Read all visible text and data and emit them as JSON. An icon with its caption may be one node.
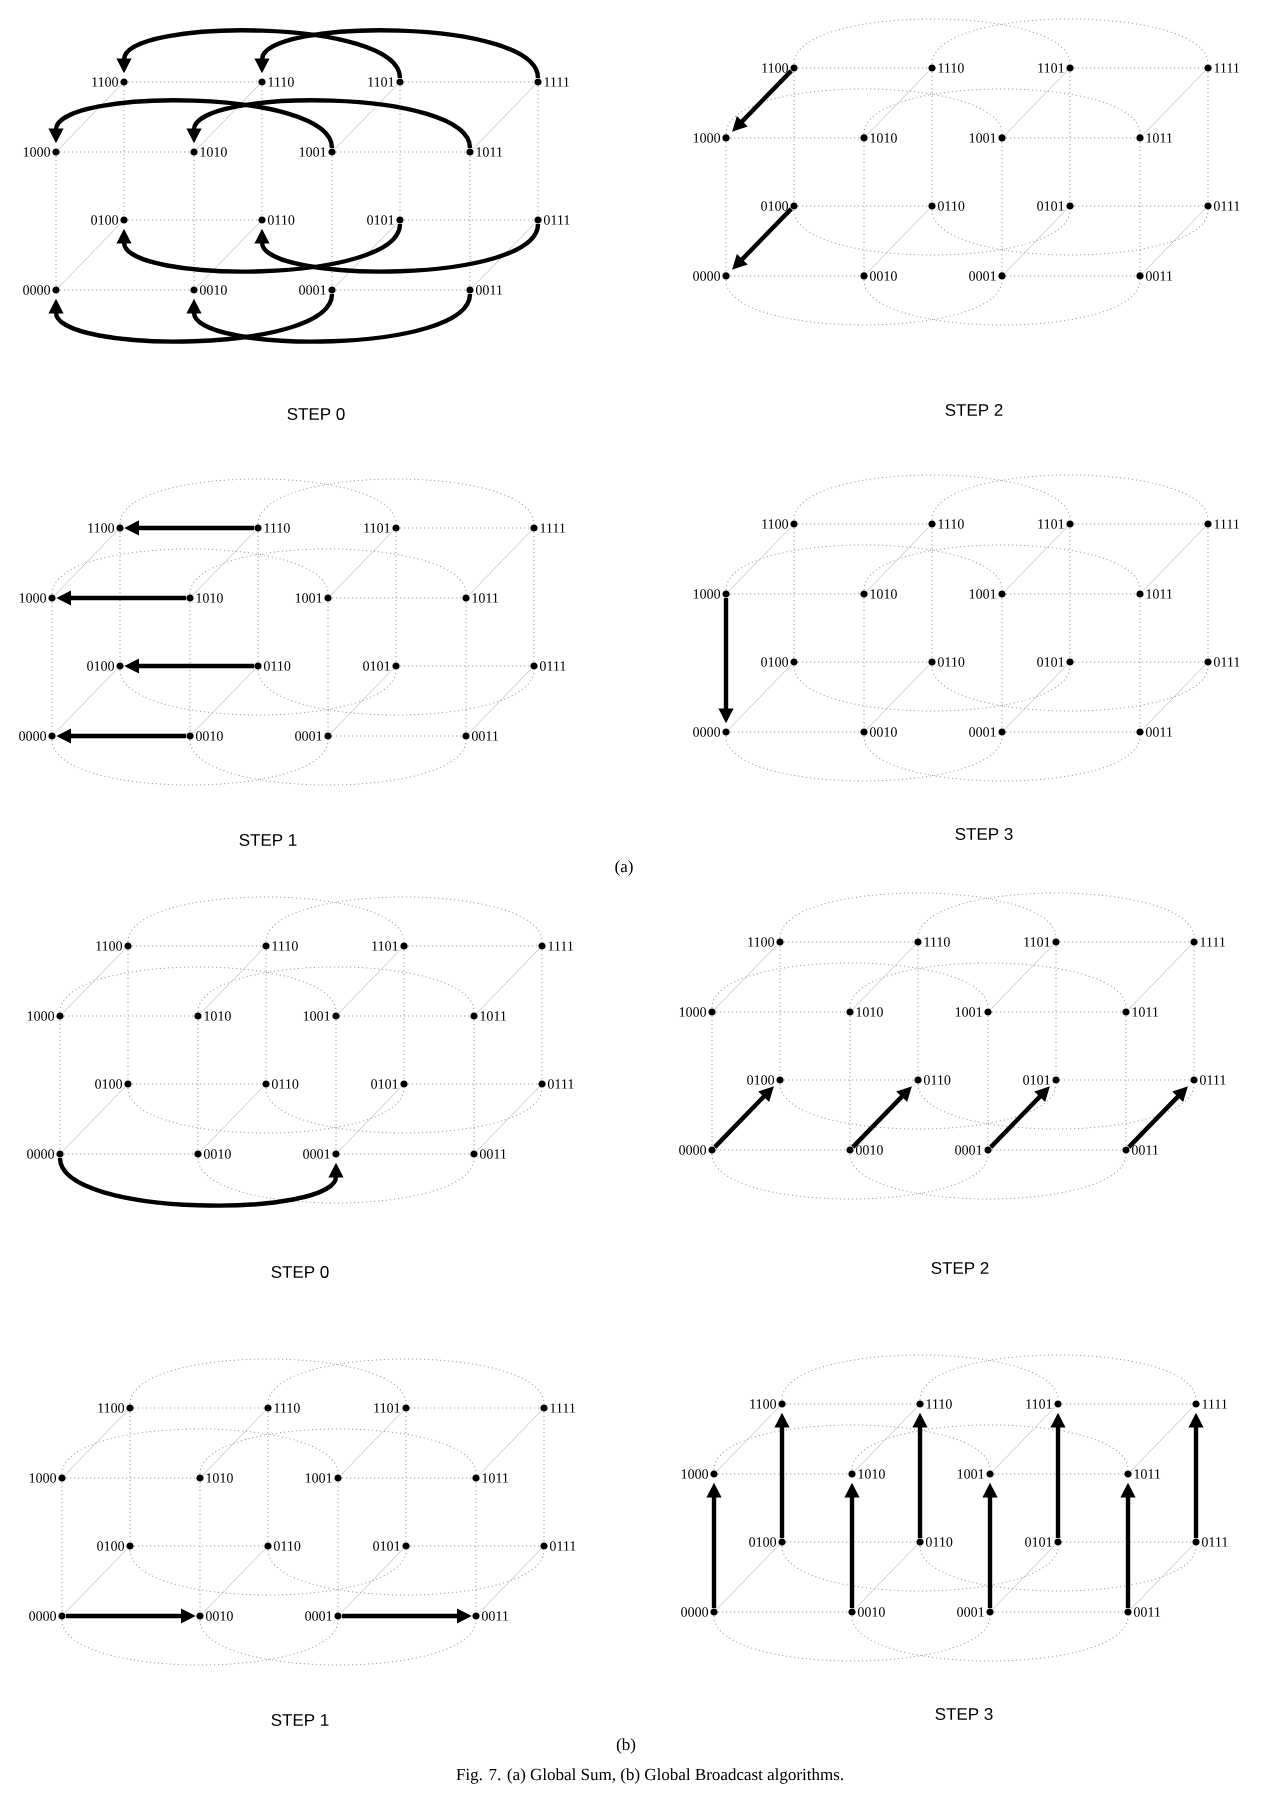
{
  "diagram": {
    "caption": "Fig. 7. (a) Global Sum, (b) Global Broadcast algorithms.",
    "nodes": [
      {
        "text": [
          "1100"
        ]
      },
      {
        "text": [
          "1110"
        ]
      },
      {
        "text": [
          "1101"
        ]
      },
      {
        "text": [
          "1111"
        ]
      },
      {
        "text": [
          "1000"
        ]
      },
      {
        "text": [
          "1010"
        ]
      },
      {
        "text": [
          "1001"
        ]
      },
      {
        "text": [
          "1011"
        ]
      },
      {
        "text": [
          "0100"
        ]
      },
      {
        "text": [
          "0110"
        ]
      },
      {
        "text": [
          "0101"
        ]
      },
      {
        "text": [
          "0111"
        ]
      },
      {
        "text": [
          "0000"
        ]
      },
      {
        "text": [
          "0010"
        ]
      },
      {
        "text": [
          "0001"
        ]
      },
      {
        "text": [
          "0011"
        ]
      },
      {
        "text": [
          "1100"
        ]
      },
      {
        "text": [
          "1110"
        ]
      },
      {
        "text": [
          "1101"
        ]
      },
      {
        "text": [
          "1111"
        ]
      },
      {
        "text": [
          "1000"
        ]
      },
      {
        "text": [
          "1010"
        ]
      },
      {
        "text": [
          "1001"
        ]
      },
      {
        "text": [
          "1011"
        ]
      },
      {
        "text": [
          "0100"
        ]
      },
      {
        "text": [
          "0110"
        ]
      },
      {
        "text": [
          "0101"
        ]
      },
      {
        "text": [
          "0111"
        ]
      },
      {
        "text": [
          "0000"
        ]
      },
      {
        "text": [
          "0010"
        ]
      },
      {
        "text": [
          "0001"
        ]
      },
      {
        "text": [
          "0011"
        ]
      },
      {
        "text": [
          "1100"
        ]
      },
      {
        "text": [
          "1110"
        ]
      },
      {
        "text": [
          "1101"
        ]
      },
      {
        "text": [
          "1111"
        ]
      },
      {
        "text": [
          "1000"
        ]
      },
      {
        "text": [
          "1010"
        ]
      },
      {
        "text": [
          "1001"
        ]
      },
      {
        "text": [
          "1011"
        ]
      },
      {
        "text": [
          "0100"
        ]
      },
      {
        "text": [
          "0110"
        ]
      },
      {
        "text": [
          "0101"
        ]
      },
      {
        "text": [
          "0111"
        ]
      },
      {
        "text": [
          "0000"
        ]
      },
      {
        "text": [
          "0010"
        ]
      },
      {
        "text": [
          "0001"
        ]
      },
      {
        "text": [
          "0011"
        ]
      },
      {
        "text": [
          "1100"
        ]
      },
      {
        "text": [
          "1110"
        ]
      },
      {
        "text": [
          "1101"
        ]
      },
      {
        "text": [
          "1111"
        ]
      },
      {
        "text": [
          "1000"
        ]
      },
      {
        "text": [
          "1010"
        ]
      },
      {
        "text": [
          "1001"
        ]
      },
      {
        "text": [
          "1011"
        ]
      },
      {
        "text": [
          "0100"
        ]
      },
      {
        "text": [
          "0110"
        ]
      },
      {
        "text": [
          "0101"
        ]
      },
      {
        "text": [
          "0111"
        ]
      },
      {
        "text": [
          "0000"
        ]
      },
      {
        "text": [
          "0010"
        ]
      },
      {
        "text": [
          "0001"
        ]
      },
      {
        "text": [
          "0011"
        ]
      },
      {
        "text": [
          "1100"
        ]
      },
      {
        "text": [
          "1110"
        ]
      },
      {
        "text": [
          "1101"
        ]
      },
      {
        "text": [
          "1111"
        ]
      },
      {
        "text": [
          "1000"
        ]
      },
      {
        "text": [
          "1010"
        ]
      },
      {
        "text": [
          "1001"
        ]
      },
      {
        "text": [
          "1011"
        ]
      },
      {
        "text": [
          "0100"
        ]
      },
      {
        "text": [
          "0110"
        ]
      },
      {
        "text": [
          "0101"
        ]
      },
      {
        "text": [
          "0111"
        ]
      },
      {
        "text": [
          "0000"
        ]
      },
      {
        "text": [
          "0010"
        ]
      },
      {
        "text": [
          "0001"
        ]
      },
      {
        "text": [
          "0011"
        ]
      },
      {
        "text": [
          "1100"
        ]
      },
      {
        "text": [
          "1110"
        ]
      },
      {
        "text": [
          "1101"
        ]
      },
      {
        "text": [
          "1111"
        ]
      },
      {
        "text": [
          "1000"
        ]
      },
      {
        "text": [
          "1010"
        ]
      },
      {
        "text": [
          "1001"
        ]
      },
      {
        "text": [
          "1011"
        ]
      },
      {
        "text": [
          "0100"
        ]
      },
      {
        "text": [
          "0110"
        ]
      },
      {
        "text": [
          "0101"
        ]
      },
      {
        "text": [
          "0111"
        ]
      },
      {
        "text": [
          "0000"
        ]
      },
      {
        "text": [
          "0010"
        ]
      },
      {
        "text": [
          "0001"
        ]
      },
      {
        "text": [
          "0011"
        ]
      },
      {
        "text": [
          "1100"
        ]
      },
      {
        "text": [
          "1110"
        ]
      },
      {
        "text": [
          "1101"
        ]
      },
      {
        "text": [
          "1111"
        ]
      },
      {
        "text": [
          "1000"
        ]
      },
      {
        "text": [
          "1010"
        ]
      },
      {
        "text": [
          "1001"
        ]
      },
      {
        "text": [
          "1011"
        ]
      },
      {
        "text": [
          "0100"
        ]
      },
      {
        "text": [
          "0110"
        ]
      },
      {
        "text": [
          "0101"
        ]
      },
      {
        "text": [
          "0111"
        ]
      },
      {
        "text": [
          "0000"
        ]
      },
      {
        "text": [
          "0010"
        ]
      },
      {
        "text": [
          "0001"
        ]
      },
      {
        "text": [
          "0011"
        ]
      },
      {
        "text": [
          "1100"
        ]
      },
      {
        "text": [
          "1110"
        ]
      },
      {
        "text": [
          "1101"
        ]
      },
      {
        "text": [
          "1111"
        ]
      },
      {
        "text": [
          "1000"
        ]
      },
      {
        "text": [
          "1010"
        ]
      },
      {
        "text": [
          "1001"
        ]
      },
      {
        "text": [
          "1011"
        ]
      },
      {
        "text": [
          "0100"
        ]
      },
      {
        "text": [
          "0110"
        ]
      },
      {
        "text": [
          "0101"
        ]
      },
      {
        "text": [
          "0111"
        ]
      },
      {
        "text": [
          "0000"
        ]
      },
      {
        "text": [
          "0010"
        ]
      },
      {
        "text": [
          "0001"
        ]
      },
      {
        "text": [
          "0011"
        ]
      }
    ],
    "edges": [
      {
        "from": 0,
        "to": 1,
        "arrow": "none",
        "style": "dashed"
      },
      {
        "from": 2,
        "to": 3,
        "arrow": "none",
        "style": "dashed"
      },
      {
        "from": 4,
        "to": 5,
        "arrow": "none",
        "style": "dashed"
      },
      {
        "from": 6,
        "to": 7,
        "arrow": "none",
        "style": "dashed"
      },
      {
        "from": 8,
        "to": 9,
        "arrow": "none",
        "style": "dashed"
      },
      {
        "from": 10,
        "to": 11,
        "arrow": "none",
        "style": "dashed"
      },
      {
        "from": 12,
        "to": 13,
        "arrow": "none",
        "style": "dashed"
      },
      {
        "from": 14,
        "to": 15,
        "arrow": "none",
        "style": "dashed"
      },
      {
        "from": 2,
        "to": 0,
        "arrow": "to",
        "style": "thick",
        "color": "#000000"
      },
      {
        "from": 3,
        "to": 1,
        "arrow": "to",
        "style": "thick",
        "color": "#000000"
      },
      {
        "from": 6,
        "to": 4,
        "arrow": "to",
        "style": "thick",
        "color": "#000000"
      },
      {
        "from": 7,
        "to": 5,
        "arrow": "to",
        "style": "thick",
        "color": "#000000"
      },
      {
        "from": 10,
        "to": 8,
        "arrow": "to",
        "style": "thick",
        "color": "#000000"
      },
      {
        "from": 11,
        "to": 9,
        "arrow": "to",
        "style": "thick",
        "color": "#000000"
      },
      {
        "from": 14,
        "to": 12,
        "arrow": "to",
        "style": "thick",
        "color": "#000000"
      },
      {
        "from": 15,
        "to": 13,
        "arrow": "to",
        "style": "thick",
        "color": "#000000"
      },
      {
        "from": 0,
        "to": 8,
        "arrow": "none",
        "style": "dashed"
      },
      {
        "from": 1,
        "to": 9,
        "arrow": "none",
        "style": "dashed"
      },
      {
        "from": 2,
        "to": 10,
        "arrow": "none",
        "style": "dashed"
      },
      {
        "from": 3,
        "to": 11,
        "arrow": "none",
        "style": "dashed"
      },
      {
        "from": 4,
        "to": 12,
        "arrow": "none",
        "style": "dashed"
      },
      {
        "from": 5,
        "to": 13,
        "arrow": "none",
        "style": "dashed"
      },
      {
        "from": 6,
        "to": 14,
        "arrow": "none",
        "style": "dashed"
      },
      {
        "from": 7,
        "to": 15,
        "arrow": "none",
        "style": "dashed"
      },
      {
        "from": 0,
        "to": 4,
        "arrow": "none"
      },
      {
        "from": 1,
        "to": 5,
        "arrow": "none"
      },
      {
        "from": 2,
        "to": 6,
        "arrow": "none"
      },
      {
        "from": 3,
        "to": 7,
        "arrow": "none"
      },
      {
        "from": 8,
        "to": 12,
        "arrow": "none"
      },
      {
        "from": 9,
        "to": 13,
        "arrow": "none"
      },
      {
        "from": 10,
        "to": 14,
        "arrow": "none"
      },
      {
        "from": 11,
        "to": 15,
        "arrow": "none"
      },
      {
        "from": 16,
        "to": 17,
        "arrow": "none",
        "style": "dashed"
      },
      {
        "from": 18,
        "to": 19,
        "arrow": "none",
        "style": "dashed"
      },
      {
        "from": 20,
        "to": 21,
        "arrow": "none",
        "style": "dashed"
      },
      {
        "from": 22,
        "to": 23,
        "arrow": "none",
        "style": "dashed"
      },
      {
        "from": 24,
        "to": 25,
        "arrow": "none",
        "style": "dashed"
      },
      {
        "from": 26,
        "to": 27,
        "arrow": "none",
        "style": "dashed"
      },
      {
        "from": 28,
        "to": 29,
        "arrow": "none",
        "style": "dashed"
      },
      {
        "from": 30,
        "to": 31,
        "arrow": "none",
        "style": "dashed"
      },
      {
        "from": 16,
        "to": 18,
        "arrow": "none",
        "style": "dashed"
      },
      {
        "from": 17,
        "to": 19,
        "arrow": "none",
        "style": "dashed"
      },
      {
        "from": 20,
        "to": 22,
        "arrow": "none",
        "style": "dashed"
      },
      {
        "from": 21,
        "to": 23,
        "arrow": "none",
        "style": "dashed"
      },
      {
        "from": 24,
        "to": 26,
        "arrow": "none",
        "style": "dashed"
      },
      {
        "from": 25,
        "to": 27,
        "arrow": "none",
        "style": "dashed"
      },
      {
        "from": 28,
        "to": 30,
        "arrow": "none",
        "style": "dashed"
      },
      {
        "from": 29,
        "to": 31,
        "arrow": "none",
        "style": "dashed"
      },
      {
        "from": 16,
        "to": 24,
        "arrow": "none",
        "style": "dashed"
      },
      {
        "from": 17,
        "to": 25,
        "arrow": "none",
        "style": "dashed"
      },
      {
        "from": 18,
        "to": 26,
        "arrow": "none",
        "style": "dashed"
      },
      {
        "from": 19,
        "to": 27,
        "arrow": "none",
        "style": "dashed"
      },
      {
        "from": 20,
        "to": 28,
        "arrow": "none",
        "style": "dashed"
      },
      {
        "from": 21,
        "to": 29,
        "arrow": "none",
        "style": "dashed"
      },
      {
        "from": 22,
        "to": 30,
        "arrow": "none",
        "style": "dashed"
      },
      {
        "from": 23,
        "to": 31,
        "arrow": "none",
        "style": "dashed"
      },
      {
        "from": 16,
        "to": 20,
        "arrow": "to",
        "style": "thick",
        "color": "#000000"
      },
      {
        "from": 17,
        "to": 21,
        "arrow": "none"
      },
      {
        "from": 18,
        "to": 22,
        "arrow": "none"
      },
      {
        "from": 19,
        "to": 23,
        "arrow": "none"
      },
      {
        "from": 24,
        "to": 28,
        "arrow": "to",
        "style": "thick",
        "color": "#000000"
      },
      {
        "from": 25,
        "to": 29,
        "arrow": "none"
      },
      {
        "from": 26,
        "to": 30,
        "arrow": "none"
      },
      {
        "from": 27,
        "to": 31,
        "arrow": "none"
      },
      {
        "from": 33,
        "to": 32,
        "arrow": "to",
        "style": "thick",
        "color": "#000000"
      },
      {
        "from": 34,
        "to": 35,
        "arrow": "none",
        "style": "dashed"
      },
      {
        "from": 37,
        "to": 36,
        "arrow": "to",
        "style": "thick",
        "color": "#000000"
      },
      {
        "from": 38,
        "to": 39,
        "arrow": "none",
        "style": "dashed"
      },
      {
        "from": 41,
        "to": 40,
        "arrow": "to",
        "style": "thick",
        "color": "#000000"
      },
      {
        "from": 42,
        "to": 43,
        "arrow": "none",
        "style": "dashed"
      },
      {
        "from": 45,
        "to": 44,
        "arrow": "to",
        "style": "thick",
        "color": "#000000"
      },
      {
        "from": 46,
        "to": 47,
        "arrow": "none",
        "style": "dashed"
      },
      {
        "from": 32,
        "to": 34,
        "arrow": "none",
        "style": "dashed"
      },
      {
        "from": 33,
        "to": 35,
        "arrow": "none",
        "style": "dashed"
      },
      {
        "from": 36,
        "to": 38,
        "arrow": "none",
        "style": "dashed"
      },
      {
        "from": 37,
        "to": 39,
        "arrow": "none",
        "style": "dashed"
      },
      {
        "from": 40,
        "to": 42,
        "arrow": "none",
        "style": "dashed"
      },
      {
        "from": 41,
        "to": 43,
        "arrow": "none",
        "style": "dashed"
      },
      {
        "from": 44,
        "to": 46,
        "arrow": "none",
        "style": "dashed"
      },
      {
        "from": 45,
        "to": 47,
        "arrow": "none",
        "style": "dashed"
      },
      {
        "from": 32,
        "to": 40,
        "arrow": "none",
        "style": "dashed"
      },
      {
        "from": 33,
        "to": 41,
        "arrow": "none",
        "style": "dashed"
      },
      {
        "from": 34,
        "to": 42,
        "arrow": "none",
        "style": "dashed"
      },
      {
        "from": 35,
        "to": 43,
        "arrow": "none",
        "style": "dashed"
      },
      {
        "from": 36,
        "to": 44,
        "arrow": "none",
        "style": "dashed"
      },
      {
        "from": 37,
        "to": 45,
        "arrow": "none",
        "style": "dashed"
      },
      {
        "from": 38,
        "to": 46,
        "arrow": "none",
        "style": "dashed"
      },
      {
        "from": 39,
        "to": 47,
        "arrow": "none",
        "style": "dashed"
      },
      {
        "from": 32,
        "to": 36,
        "arrow": "none"
      },
      {
        "from": 33,
        "to": 37,
        "arrow": "none"
      },
      {
        "from": 34,
        "to": 38,
        "arrow": "none"
      },
      {
        "from": 35,
        "to": 39,
        "arrow": "none"
      },
      {
        "from": 40,
        "to": 44,
        "arrow": "none"
      },
      {
        "from": 41,
        "to": 45,
        "arrow": "none"
      },
      {
        "from": 42,
        "to": 46,
        "arrow": "none"
      },
      {
        "from": 43,
        "to": 47,
        "arrow": "none"
      },
      {
        "from": 48,
        "to": 49,
        "arrow": "none",
        "style": "dashed"
      },
      {
        "from": 50,
        "to": 51,
        "arrow": "none",
        "style": "dashed"
      },
      {
        "from": 52,
        "to": 53,
        "arrow": "none",
        "style": "dashed"
      },
      {
        "from": 54,
        "to": 55,
        "arrow": "none",
        "style": "dashed"
      },
      {
        "from": 56,
        "to": 57,
        "arrow": "none",
        "style": "dashed"
      },
      {
        "from": 58,
        "to": 59,
        "arrow": "none",
        "style": "dashed"
      },
      {
        "from": 60,
        "to": 61,
        "arrow": "none",
        "style": "dashed"
      },
      {
        "from": 62,
        "to": 63,
        "arrow": "none",
        "style": "dashed"
      },
      {
        "from": 48,
        "to": 50,
        "arrow": "none",
        "style": "dashed"
      },
      {
        "from": 49,
        "to": 51,
        "arrow": "none",
        "style": "dashed"
      },
      {
        "from": 52,
        "to": 54,
        "arrow": "none",
        "style": "dashed"
      },
      {
        "from": 53,
        "to": 55,
        "arrow": "none",
        "style": "dashed"
      },
      {
        "from": 56,
        "to": 58,
        "arrow": "none",
        "style": "dashed"
      },
      {
        "from": 57,
        "to": 59,
        "arrow": "none",
        "style": "dashed"
      },
      {
        "from": 60,
        "to": 62,
        "arrow": "none",
        "style": "dashed"
      },
      {
        "from": 61,
        "to": 63,
        "arrow": "none",
        "style": "dashed"
      },
      {
        "from": 48,
        "to": 56,
        "arrow": "none",
        "style": "dashed"
      },
      {
        "from": 49,
        "to": 57,
        "arrow": "none",
        "style": "dashed"
      },
      {
        "from": 50,
        "to": 58,
        "arrow": "none",
        "style": "dashed"
      },
      {
        "from": 51,
        "to": 59,
        "arrow": "none",
        "style": "dashed"
      },
      {
        "from": 52,
        "to": 60,
        "arrow": "to",
        "style": "thick",
        "color": "#000000"
      },
      {
        "from": 53,
        "to": 61,
        "arrow": "none",
        "style": "dashed"
      },
      {
        "from": 54,
        "to": 62,
        "arrow": "none",
        "style": "dashed"
      },
      {
        "from": 55,
        "to": 63,
        "arrow": "none",
        "style": "dashed"
      },
      {
        "from": 48,
        "to": 52,
        "arrow": "none"
      },
      {
        "from": 49,
        "to": 53,
        "arrow": "none"
      },
      {
        "from": 50,
        "to": 54,
        "arrow": "none"
      },
      {
        "from": 51,
        "to": 55,
        "arrow": "none"
      },
      {
        "from": 56,
        "to": 60,
        "arrow": "none"
      },
      {
        "from": 57,
        "to": 61,
        "arrow": "none"
      },
      {
        "from": 58,
        "to": 62,
        "arrow": "none"
      },
      {
        "from": 59,
        "to": 63,
        "arrow": "none"
      },
      {
        "from": 64,
        "to": 65,
        "arrow": "none",
        "style": "dashed"
      },
      {
        "from": 66,
        "to": 67,
        "arrow": "none",
        "style": "dashed"
      },
      {
        "from": 68,
        "to": 69,
        "arrow": "none",
        "style": "dashed"
      },
      {
        "from": 70,
        "to": 71,
        "arrow": "none",
        "style": "dashed"
      },
      {
        "from": 72,
        "to": 73,
        "arrow": "none",
        "style": "dashed"
      },
      {
        "from": 74,
        "to": 75,
        "arrow": "none",
        "style": "dashed"
      },
      {
        "from": 76,
        "to": 77,
        "arrow": "none",
        "style": "dashed"
      },
      {
        "from": 78,
        "to": 79,
        "arrow": "none",
        "style": "dashed"
      },
      {
        "from": 64,
        "to": 66,
        "arrow": "none",
        "style": "dashed"
      },
      {
        "from": 65,
        "to": 67,
        "arrow": "none",
        "style": "dashed"
      },
      {
        "from": 68,
        "to": 70,
        "arrow": "none",
        "style": "dashed"
      },
      {
        "from": 69,
        "to": 71,
        "arrow": "none",
        "style": "dashed"
      },
      {
        "from": 72,
        "to": 74,
        "arrow": "none",
        "style": "dashed"
      },
      {
        "from": 73,
        "to": 75,
        "arrow": "none",
        "style": "dashed"
      },
      {
        "from": 76,
        "to": 78,
        "arrow": "to",
        "style": "thick",
        "color": "#000000"
      },
      {
        "from": 77,
        "to": 79,
        "arrow": "none",
        "style": "dashed"
      },
      {
        "from": 64,
        "to": 72,
        "arrow": "none",
        "style": "dashed"
      },
      {
        "from": 65,
        "to": 73,
        "arrow": "none",
        "style": "dashed"
      },
      {
        "from": 66,
        "to": 74,
        "arrow": "none",
        "style": "dashed"
      },
      {
        "from": 67,
        "to": 75,
        "arrow": "none",
        "style": "dashed"
      },
      {
        "from": 68,
        "to": 76,
        "arrow": "none",
        "style": "dashed"
      },
      {
        "from": 69,
        "to": 77,
        "arrow": "none",
        "style": "dashed"
      },
      {
        "from": 70,
        "to": 78,
        "arrow": "none",
        "style": "dashed"
      },
      {
        "from": 71,
        "to": 79,
        "arrow": "none",
        "style": "dashed"
      },
      {
        "from": 64,
        "to": 68,
        "arrow": "none"
      },
      {
        "from": 65,
        "to": 69,
        "arrow": "none"
      },
      {
        "from": 66,
        "to": 70,
        "arrow": "none"
      },
      {
        "from": 67,
        "to": 71,
        "arrow": "none"
      },
      {
        "from": 72,
        "to": 76,
        "arrow": "none"
      },
      {
        "from": 73,
        "to": 77,
        "arrow": "none"
      },
      {
        "from": 74,
        "to": 78,
        "arrow": "none"
      },
      {
        "from": 75,
        "to": 79,
        "arrow": "none"
      },
      {
        "from": 80,
        "to": 81,
        "arrow": "none",
        "style": "dashed"
      },
      {
        "from": 82,
        "to": 83,
        "arrow": "none",
        "style": "dashed"
      },
      {
        "from": 84,
        "to": 85,
        "arrow": "none",
        "style": "dashed"
      },
      {
        "from": 86,
        "to": 87,
        "arrow": "none",
        "style": "dashed"
      },
      {
        "from": 88,
        "to": 89,
        "arrow": "none",
        "style": "dashed"
      },
      {
        "from": 90,
        "to": 91,
        "arrow": "none",
        "style": "dashed"
      },
      {
        "from": 92,
        "to": 93,
        "arrow": "none",
        "style": "dashed"
      },
      {
        "from": 94,
        "to": 95,
        "arrow": "none",
        "style": "dashed"
      },
      {
        "from": 80,
        "to": 82,
        "arrow": "none",
        "style": "dashed"
      },
      {
        "from": 81,
        "to": 83,
        "arrow": "none",
        "style": "dashed"
      },
      {
        "from": 84,
        "to": 86,
        "arrow": "none",
        "style": "dashed"
      },
      {
        "from": 85,
        "to": 87,
        "arrow": "none",
        "style": "dashed"
      },
      {
        "from": 88,
        "to": 90,
        "arrow": "none",
        "style": "dashed"
      },
      {
        "from": 89,
        "to": 91,
        "arrow": "none",
        "style": "dashed"
      },
      {
        "from": 92,
        "to": 94,
        "arrow": "none",
        "style": "dashed"
      },
      {
        "from": 93,
        "to": 95,
        "arrow": "none",
        "style": "dashed"
      },
      {
        "from": 80,
        "to": 88,
        "arrow": "none",
        "style": "dashed"
      },
      {
        "from": 81,
        "to": 89,
        "arrow": "none",
        "style": "dashed"
      },
      {
        "from": 82,
        "to": 90,
        "arrow": "none",
        "style": "dashed"
      },
      {
        "from": 83,
        "to": 91,
        "arrow": "none",
        "style": "dashed"
      },
      {
        "from": 84,
        "to": 92,
        "arrow": "none",
        "style": "dashed"
      },
      {
        "from": 85,
        "to": 93,
        "arrow": "none",
        "style": "dashed"
      },
      {
        "from": 86,
        "to": 94,
        "arrow": "none",
        "style": "dashed"
      },
      {
        "from": 87,
        "to": 95,
        "arrow": "none",
        "style": "dashed"
      },
      {
        "from": 80,
        "to": 84,
        "arrow": "none"
      },
      {
        "from": 81,
        "to": 85,
        "arrow": "none"
      },
      {
        "from": 82,
        "to": 86,
        "arrow": "none"
      },
      {
        "from": 83,
        "to": 87,
        "arrow": "none"
      },
      {
        "from": 92,
        "to": 88,
        "arrow": "to",
        "style": "thick",
        "color": "#000000"
      },
      {
        "from": 93,
        "to": 89,
        "arrow": "to",
        "style": "thick",
        "color": "#000000"
      },
      {
        "from": 94,
        "to": 90,
        "arrow": "to",
        "style": "thick",
        "color": "#000000"
      },
      {
        "from": 95,
        "to": 91,
        "arrow": "to",
        "style": "thick",
        "color": "#000000"
      },
      {
        "from": 96,
        "to": 97,
        "arrow": "none",
        "style": "dashed"
      },
      {
        "from": 98,
        "to": 99,
        "arrow": "none",
        "style": "dashed"
      },
      {
        "from": 100,
        "to": 101,
        "arrow": "none",
        "style": "dashed"
      },
      {
        "from": 102,
        "to": 103,
        "arrow": "none",
        "style": "dashed"
      },
      {
        "from": 104,
        "to": 105,
        "arrow": "none",
        "style": "dashed"
      },
      {
        "from": 106,
        "to": 107,
        "arrow": "none",
        "style": "dashed"
      },
      {
        "from": 108,
        "to": 109,
        "arrow": "to",
        "style": "thick",
        "color": "#000000"
      },
      {
        "from": 110,
        "to": 111,
        "arrow": "to",
        "style": "thick",
        "color": "#000000"
      },
      {
        "from": 96,
        "to": 98,
        "arrow": "none",
        "style": "dashed"
      },
      {
        "from": 97,
        "to": 99,
        "arrow": "none",
        "style": "dashed"
      },
      {
        "from": 100,
        "to": 102,
        "arrow": "none",
        "style": "dashed"
      },
      {
        "from": 101,
        "to": 103,
        "arrow": "none",
        "style": "dashed"
      },
      {
        "from": 104,
        "to": 106,
        "arrow": "none",
        "style": "dashed"
      },
      {
        "from": 105,
        "to": 107,
        "arrow": "none",
        "style": "dashed"
      },
      {
        "from": 108,
        "to": 110,
        "arrow": "none",
        "style": "dashed"
      },
      {
        "from": 109,
        "to": 111,
        "arrow": "none",
        "style": "dashed"
      },
      {
        "from": 96,
        "to": 104,
        "arrow": "none",
        "style": "dashed"
      },
      {
        "from": 97,
        "to": 105,
        "arrow": "none",
        "style": "dashed"
      },
      {
        "from": 98,
        "to": 106,
        "arrow": "none",
        "style": "dashed"
      },
      {
        "from": 99,
        "to": 107,
        "arrow": "none",
        "style": "dashed"
      },
      {
        "from": 100,
        "to": 108,
        "arrow": "none",
        "style": "dashed"
      },
      {
        "from": 101,
        "to": 109,
        "arrow": "none",
        "style": "dashed"
      },
      {
        "from": 102,
        "to": 110,
        "arrow": "none",
        "style": "dashed"
      },
      {
        "from": 103,
        "to": 111,
        "arrow": "none",
        "style": "dashed"
      },
      {
        "from": 96,
        "to": 100,
        "arrow": "none"
      },
      {
        "from": 97,
        "to": 101,
        "arrow": "none"
      },
      {
        "from": 98,
        "to": 102,
        "arrow": "none"
      },
      {
        "from": 99,
        "to": 103,
        "arrow": "none"
      },
      {
        "from": 104,
        "to": 108,
        "arrow": "none"
      },
      {
        "from": 105,
        "to": 109,
        "arrow": "none"
      },
      {
        "from": 106,
        "to": 110,
        "arrow": "none"
      },
      {
        "from": 107,
        "to": 111,
        "arrow": "none"
      },
      {
        "from": 112,
        "to": 113,
        "arrow": "none",
        "style": "dashed"
      },
      {
        "from": 114,
        "to": 115,
        "arrow": "none",
        "style": "dashed"
      },
      {
        "from": 116,
        "to": 117,
        "arrow": "none",
        "style": "dashed"
      },
      {
        "from": 118,
        "to": 119,
        "arrow": "none",
        "style": "dashed"
      },
      {
        "from": 120,
        "to": 121,
        "arrow": "none",
        "style": "dashed"
      },
      {
        "from": 122,
        "to": 123,
        "arrow": "none",
        "style": "dashed"
      },
      {
        "from": 124,
        "to": 125,
        "arrow": "none",
        "style": "dashed"
      },
      {
        "from": 126,
        "to": 127,
        "arrow": "none",
        "style": "dashed"
      },
      {
        "from": 112,
        "to": 114,
        "arrow": "none",
        "style": "dashed"
      },
      {
        "from": 113,
        "to": 115,
        "arrow": "none",
        "style": "dashed"
      },
      {
        "from": 116,
        "to": 118,
        "arrow": "none",
        "style": "dashed"
      },
      {
        "from": 117,
        "to": 119,
        "arrow": "none",
        "style": "dashed"
      },
      {
        "from": 120,
        "to": 122,
        "arrow": "none",
        "style": "dashed"
      },
      {
        "from": 121,
        "to": 123,
        "arrow": "none",
        "style": "dashed"
      },
      {
        "from": 124,
        "to": 126,
        "arrow": "none",
        "style": "dashed"
      },
      {
        "from": 125,
        "to": 127,
        "arrow": "none",
        "style": "dashed"
      },
      {
        "from": 120,
        "to": 112,
        "arrow": "to",
        "style": "thick",
        "color": "#000000"
      },
      {
        "from": 121,
        "to": 113,
        "arrow": "to",
        "style": "thick",
        "color": "#000000"
      },
      {
        "from": 122,
        "to": 114,
        "arrow": "to",
        "style": "thick",
        "color": "#000000"
      },
      {
        "from": 123,
        "to": 115,
        "arrow": "to",
        "style": "thick",
        "color": "#000000"
      },
      {
        "from": 124,
        "to": 116,
        "arrow": "to",
        "style": "thick",
        "color": "#000000"
      },
      {
        "from": 125,
        "to": 117,
        "arrow": "to",
        "style": "thick",
        "color": "#000000"
      },
      {
        "from": 126,
        "to": 118,
        "arrow": "to",
        "style": "thick",
        "color": "#000000"
      },
      {
        "from": 127,
        "to": 119,
        "arrow": "to",
        "style": "thick",
        "color": "#000000"
      },
      {
        "from": 112,
        "to": 116,
        "arrow": "none"
      },
      {
        "from": 113,
        "to": 117,
        "arrow": "none"
      },
      {
        "from": 114,
        "to": 118,
        "arrow": "none"
      },
      {
        "from": 115,
        "to": 119,
        "arrow": "none"
      },
      {
        "from": 120,
        "to": 124,
        "arrow": "none"
      },
      {
        "from": 121,
        "to": 125,
        "arrow": "none"
      },
      {
        "from": 122,
        "to": 126,
        "arrow": "none"
      },
      {
        "from": 123,
        "to": 127,
        "arrow": "none"
      }
    ],
    "labels": [
      "STEP 0",
      "STEP 2",
      "STEP 1",
      "STEP 3",
      "(a)",
      "STEP 0",
      "STEP 2",
      "STEP 1",
      "STEP 3",
      "(b)"
    ]
  }
}
